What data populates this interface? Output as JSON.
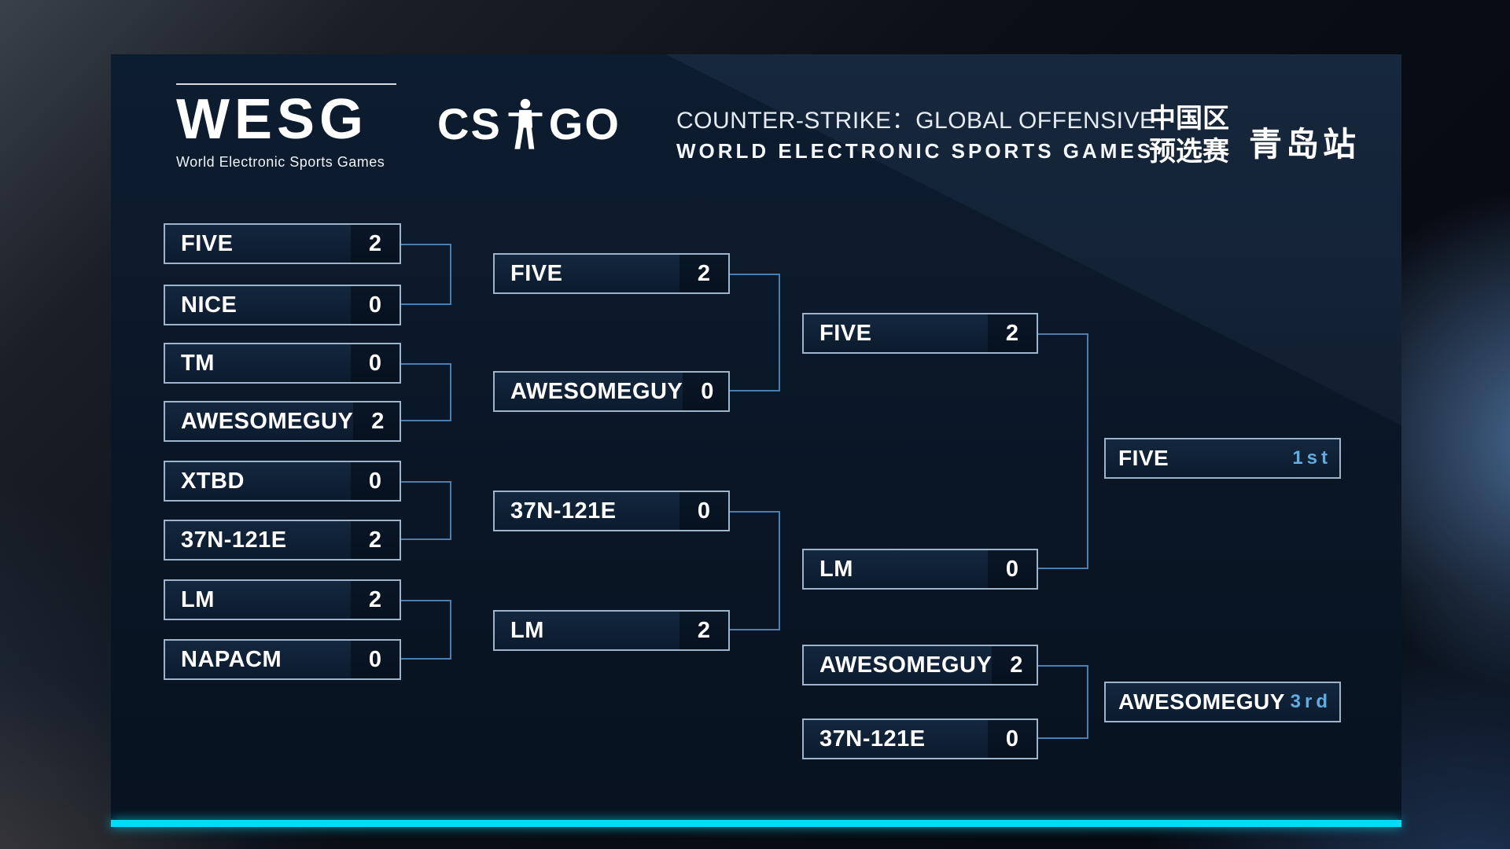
{
  "header": {
    "wesg": {
      "title": "WESG",
      "subtitle": "World Electronic Sports Games"
    },
    "csgo": {
      "left": "CS",
      "right": "GO"
    },
    "event": {
      "line1": "COUNTER-STRIKE：GLOBAL OFFENSIVE",
      "line2": "WORLD ELECTRONIC SPORTS GAMES"
    },
    "region": {
      "line1": "中国区",
      "line2": "预选赛"
    },
    "city": "青岛站"
  },
  "bracket": {
    "round1": [
      {
        "team": "FIVE",
        "score": "2"
      },
      {
        "team": "NICE",
        "score": "0"
      },
      {
        "team": "TM",
        "score": "0"
      },
      {
        "team": "AWESOMEGUY",
        "score": "2"
      },
      {
        "team": "XTBD",
        "score": "0"
      },
      {
        "team": "37N-121E",
        "score": "2"
      },
      {
        "team": "LM",
        "score": "2"
      },
      {
        "team": "NAPACM",
        "score": "0"
      }
    ],
    "round2": [
      {
        "team": "FIVE",
        "score": "2"
      },
      {
        "team": "AWESOMEGUY",
        "score": "0"
      },
      {
        "team": "37N-121E",
        "score": "0"
      },
      {
        "team": "LM",
        "score": "2"
      }
    ],
    "round3": [
      {
        "team": "FIVE",
        "score": "2"
      },
      {
        "team": "LM",
        "score": "0"
      },
      {
        "team": "AWESOMEGUY",
        "score": "2"
      },
      {
        "team": "37N-121E",
        "score": "0"
      }
    ],
    "results": [
      {
        "team": "FIVE",
        "place": "1st"
      },
      {
        "team": "AWESOMEGUY",
        "place": "3rd"
      }
    ]
  },
  "colors": {
    "accent_cyan": "#00dcfa",
    "place_color": "#63ace0",
    "connector_color": "#4a7eae",
    "box_border": "#9db4ca"
  }
}
